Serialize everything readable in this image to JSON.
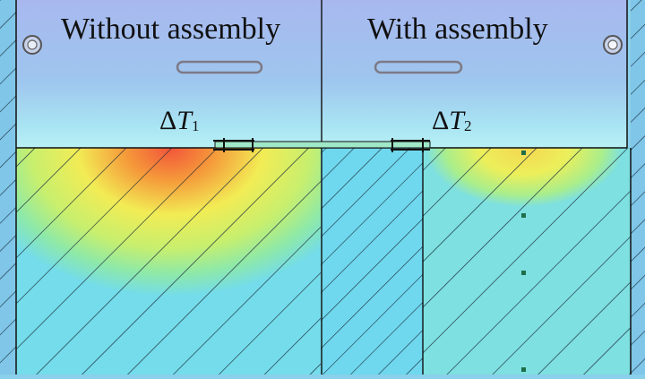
{
  "labels": {
    "left_title": "Without assembly",
    "right_title": "With assembly",
    "delta_left": {
      "symbol": "ΔT",
      "subscript": "1"
    },
    "delta_right": {
      "symbol": "ΔT",
      "subscript": "2"
    }
  },
  "colors": {
    "outline": "#101010",
    "cold": "#6fd6f2",
    "warm": "#f4ef5a",
    "hot": "#f26b3a",
    "upper_block": "#9fc0ee"
  }
}
